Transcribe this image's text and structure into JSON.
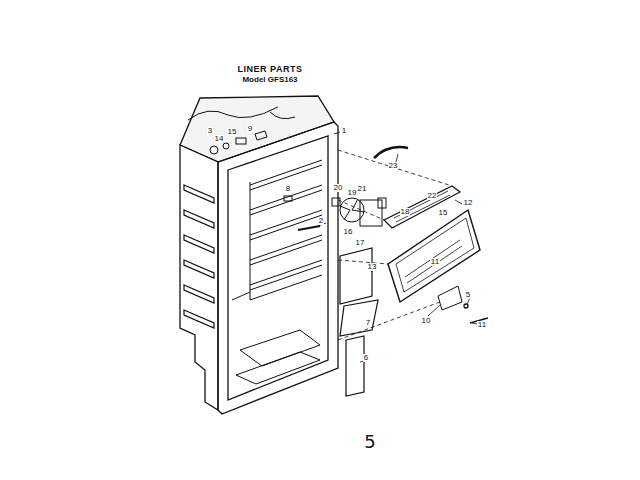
{
  "diagram": {
    "title": "LINER PARTS",
    "labels": [
      "Model GFS163",
      "1",
      "23",
      "3",
      "14",
      "15",
      "9",
      "8",
      "2",
      "20",
      "19",
      "21",
      "22",
      "15",
      "12",
      "18",
      "16",
      "17",
      "11",
      "13",
      "7",
      "6",
      "5",
      "10",
      "11",
      "5"
    ]
  }
}
